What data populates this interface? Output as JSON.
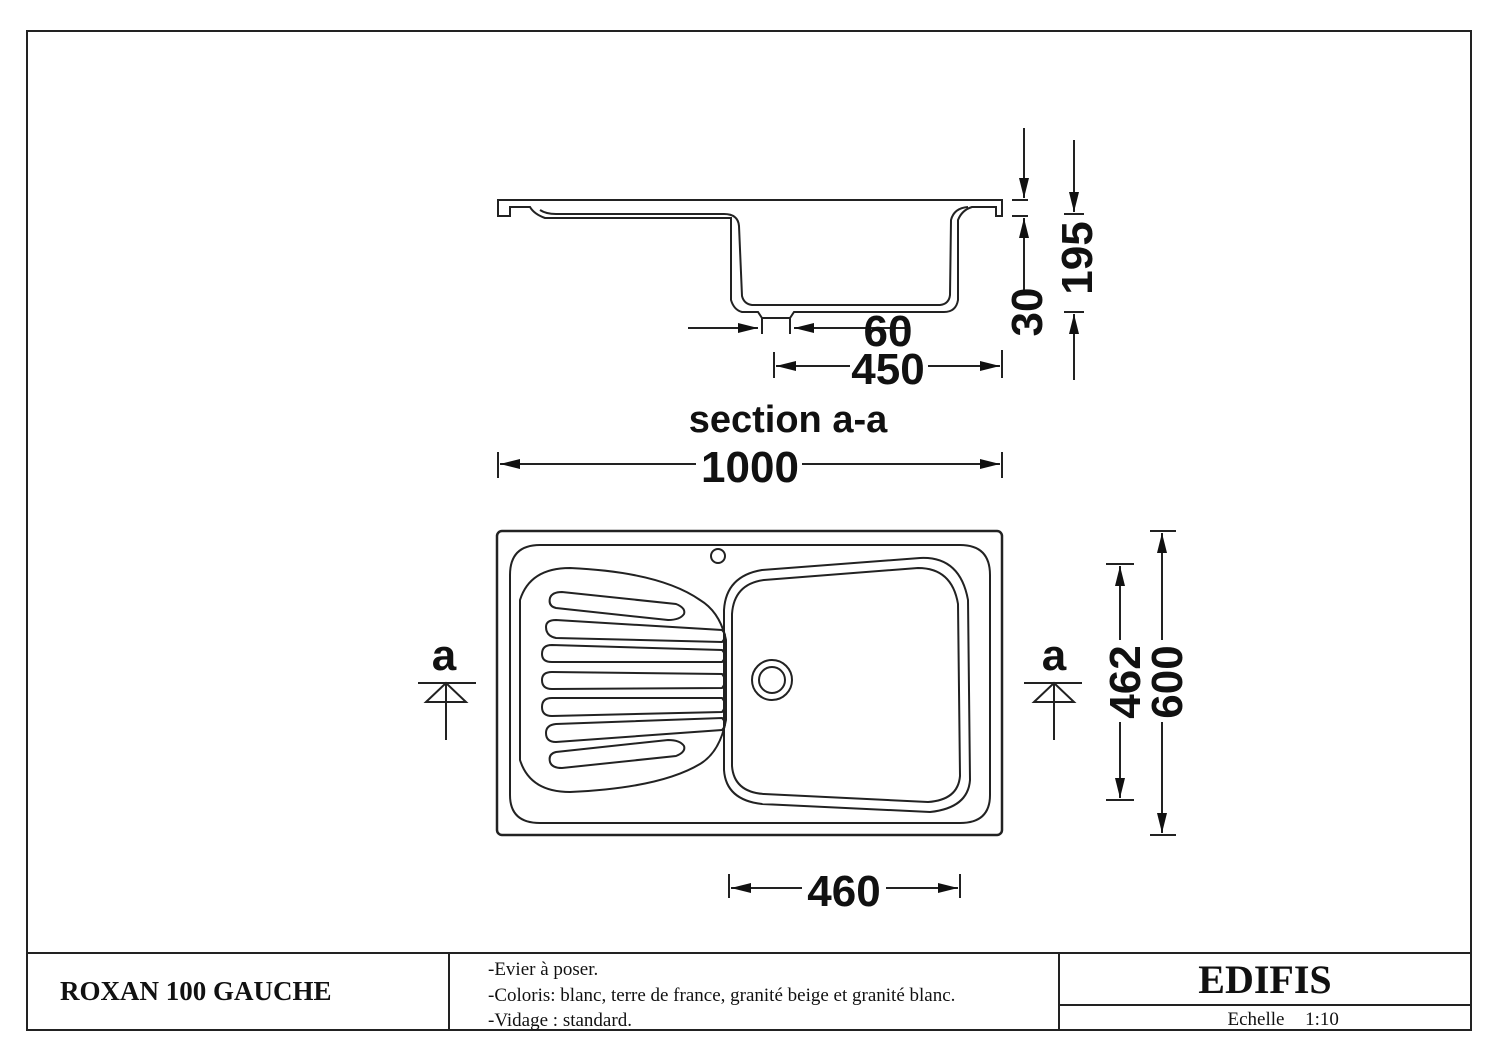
{
  "section": {
    "label": "section a-a",
    "dims": {
      "drain": "60",
      "bowl_width": "450",
      "depth_top": "30",
      "depth_total": "195"
    }
  },
  "plan": {
    "length": "1000",
    "width": "600",
    "bowl_depth": "462",
    "bowl_length": "460",
    "cut_marker_left": "a",
    "cut_marker_right": "a"
  },
  "title_block": {
    "product": "ROXAN 100 GAUCHE",
    "desc": [
      "-Evier à poser.",
      "-Coloris: blanc, terre de france, granité beige et granité blanc.",
      "-Vidage : standard."
    ],
    "brand": "EDIFIS",
    "scale_label": "Echelle",
    "scale_value": "1:10"
  }
}
